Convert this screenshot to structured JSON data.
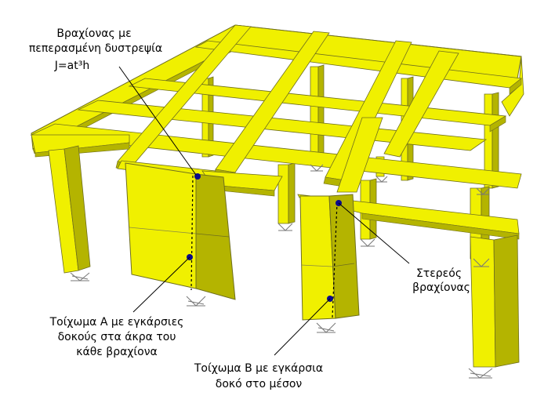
{
  "labels": {
    "torsion_arm": {
      "line1": "Βραχίονας με",
      "line2": "πεπερασμένη δυστρεψία",
      "line3": "J=at³h"
    },
    "rigid_arm": {
      "line1": "Στερεός",
      "line2": "βραχίονας"
    },
    "wall_a": {
      "line1": "Τοίχωμα Α με εγκάρσιες",
      "line2": "δοκούς στα άκρα του",
      "line3": "κάθε βραχίονα"
    },
    "wall_b": {
      "line1": "Τοίχωμα Β με εγκάρσια",
      "line2": "δοκό στο μέσον"
    }
  },
  "colors": {
    "structure_fill": "#f0f000",
    "structure_light": "#ffff66",
    "structure_dark": "#b4b400",
    "edge": "#6e6e1e",
    "grid": "#888844",
    "marker": "#0a0a8c",
    "leader": "#000000",
    "support": "#777777"
  }
}
